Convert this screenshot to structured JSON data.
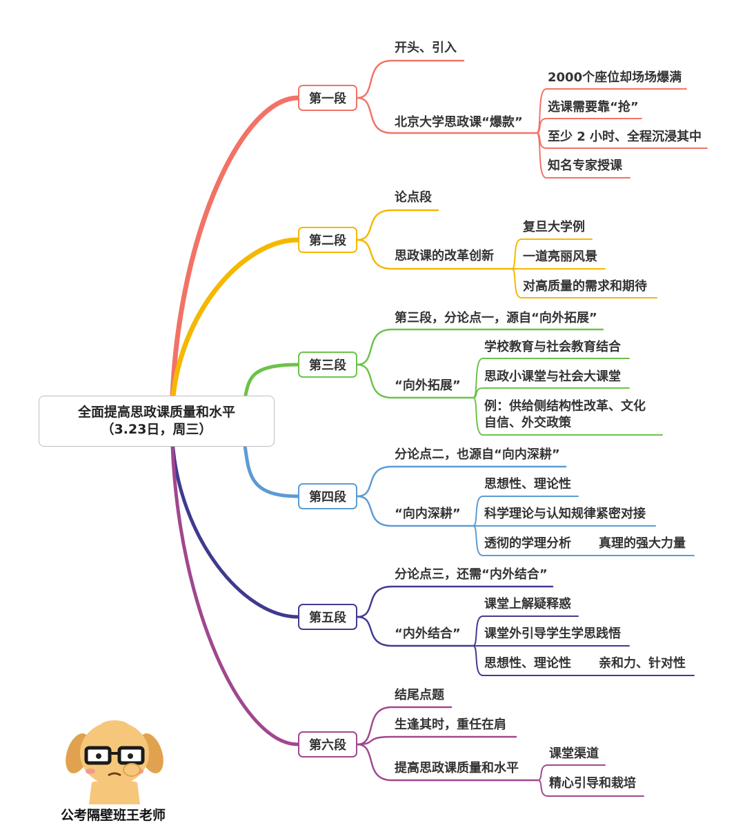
{
  "root": {
    "title": "全面提高思政课质量和水平（3.23日，周三）"
  },
  "sections": [
    {
      "label": "第一段",
      "color": "#f27266",
      "items": [
        {
          "label": "开头、引入",
          "children": []
        },
        {
          "label": "北京大学思政课“爆款”",
          "children": [
            {
              "label": "2000个座位却场场爆满"
            },
            {
              "label": "选课需要靠“抢”"
            },
            {
              "label": "至少 2 小时、全程沉浸其中"
            },
            {
              "label": "知名专家授课"
            }
          ]
        }
      ]
    },
    {
      "label": "第二段",
      "color": "#f5b800",
      "items": [
        {
          "label": "论点段",
          "children": []
        },
        {
          "label": "思政课的改革创新",
          "children": [
            {
              "label": "复旦大学例"
            },
            {
              "label": "一道亮丽风景"
            },
            {
              "label": "对高质量的需求和期待"
            }
          ]
        }
      ]
    },
    {
      "label": "第三段",
      "color": "#6cc24a",
      "items": [
        {
          "label": "第三段，分论点一，源自“向外拓展”",
          "children": []
        },
        {
          "label": "“向外拓展”",
          "children": [
            {
              "label": "学校教育与社会教育结合"
            },
            {
              "label": "思政小课堂与社会大课堂"
            },
            {
              "label": "例：供给侧结构性改革、文化自信、外交政策"
            }
          ]
        }
      ]
    },
    {
      "label": "第四段",
      "color": "#5b9bd5",
      "items": [
        {
          "label": "分论点二，也源自“向内深耕”",
          "children": []
        },
        {
          "label": "“向内深耕”",
          "children": [
            {
              "label": "思想性、理论性"
            },
            {
              "label": "科学理论与认知规律紧密对接"
            },
            {
              "label": "透彻的学理分析",
              "extra": "真理的强大力量"
            }
          ]
        }
      ]
    },
    {
      "label": "第五段",
      "color": "#3f3a8f",
      "items": [
        {
          "label": "分论点三，还需“内外结合”",
          "children": []
        },
        {
          "label": "“内外结合”",
          "children": [
            {
              "label": "课堂上解疑释惑"
            },
            {
              "label": "课堂外引导学生学思践悟"
            },
            {
              "label": "思想性、理论性",
              "extra": "亲和力、针对性"
            }
          ]
        }
      ]
    },
    {
      "label": "第六段",
      "color": "#a0478f",
      "items": [
        {
          "label": "结尾点题",
          "children": []
        },
        {
          "label": "生逢其时，重任在肩",
          "children": []
        },
        {
          "label": "提高思政课质量和水平",
          "children": [
            {
              "label": "课堂渠道"
            },
            {
              "label": "精心引导和栽培"
            }
          ]
        }
      ]
    }
  ],
  "footer": {
    "signature": "公考隔壁班王老师"
  }
}
